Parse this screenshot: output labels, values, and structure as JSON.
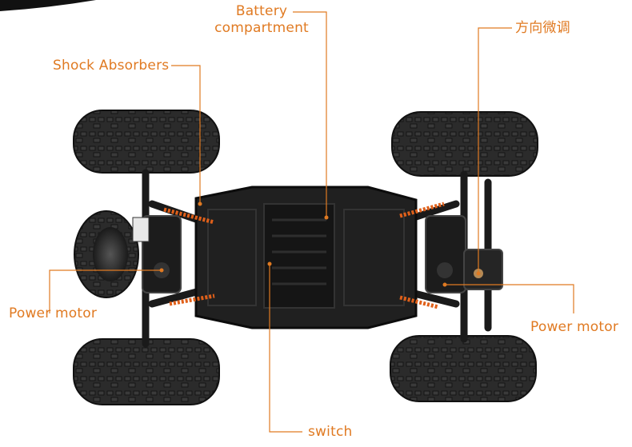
{
  "labels": {
    "battery_line1": "Battery",
    "battery_line2": "compartment",
    "steering_trim": "方向微调",
    "shock_absorbers": "Shock Absorbers",
    "power_motor_left": "Power motor",
    "power_motor_right": "Power motor",
    "switch": "switch"
  },
  "colors": {
    "accent": "#e07a22",
    "leader_line": "#e07a22",
    "chassis": "#1c1c1c",
    "tire": "#262626",
    "spring": "#e0601a"
  },
  "icons": [
    "rc-car-chassis-illustration"
  ]
}
